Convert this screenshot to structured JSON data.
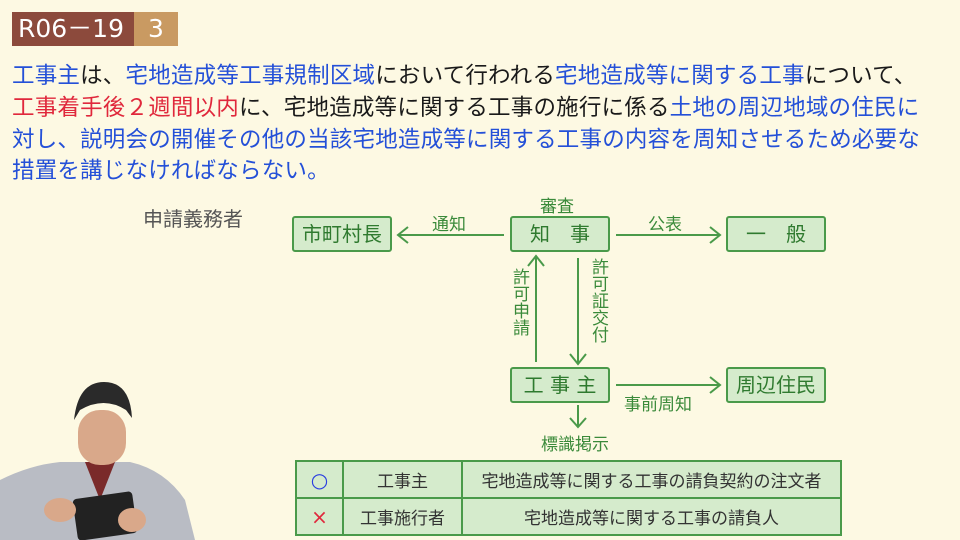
{
  "header": {
    "question_id": "R06－19",
    "answer": "3"
  },
  "statement": {
    "lines": [
      [
        {
          "t": "工事主",
          "c": "blue"
        },
        {
          "t": "は、",
          "c": "black"
        },
        {
          "t": "宅地造成等工事規制区域",
          "c": "blue"
        },
        {
          "t": "において行われる",
          "c": "black"
        },
        {
          "t": "宅地造成等に関する工事",
          "c": "blue"
        },
        {
          "t": "について、",
          "c": "black"
        }
      ],
      [
        {
          "t": "工事着手後２週間以内",
          "c": "red"
        },
        {
          "t": "に、宅地造成等に関する工事の施行に係る",
          "c": "black"
        },
        {
          "t": "土地の周辺地域の住民に",
          "c": "blue"
        }
      ],
      [
        {
          "t": "対し、説明会の開催その他の当該宅地造成等に関する工事の内容を周知させるため必要な",
          "c": "blue"
        }
      ],
      [
        {
          "t": "措置を講じなければならない。",
          "c": "blue"
        }
      ]
    ]
  },
  "diagram": {
    "title": "申請義務者",
    "boxes": {
      "mayor": "市町村長",
      "governor": "知　事",
      "public": "一　般",
      "owner": "工 事 主",
      "residents": "周辺住民"
    },
    "labels": {
      "review": "審査",
      "notify": "通知",
      "announce": "公表",
      "apply": "許可申請",
      "issue": "許可証交付",
      "prior_notice": "事前周知",
      "sign": "標識掲示"
    }
  },
  "table": {
    "rows": [
      {
        "mark": "○",
        "mark_color": "#2a3ee0",
        "term": "工事主",
        "definition": "宅地造成等に関する工事の請負契約の注文者"
      },
      {
        "mark": "×",
        "mark_color": "#e0283c",
        "term": "工事施行者",
        "definition": "宅地造成等に関する工事の請負人"
      }
    ]
  }
}
